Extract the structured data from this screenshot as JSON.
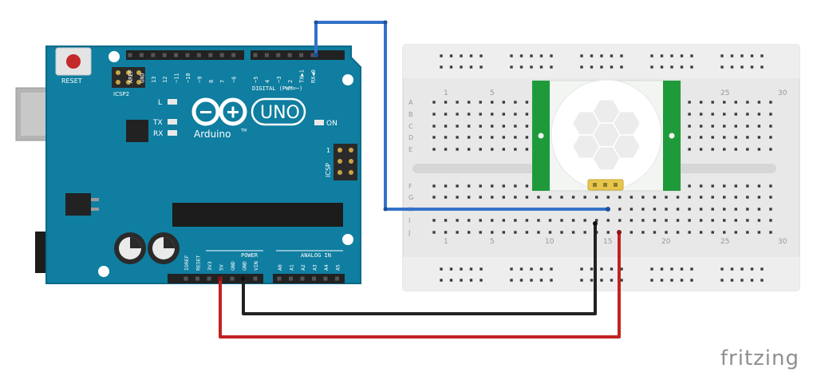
{
  "board": {
    "reset_label": "RESET",
    "icsp2_label": "ICSP2",
    "icsp_label": "ICSP",
    "digital_label": "DIGITAL (PWM=~)",
    "digital_pins": [
      "AREF",
      "GND",
      "13",
      "12",
      "~11",
      "~10",
      "~9",
      "8",
      "7",
      "~6",
      "~5",
      "4",
      "~3",
      "2",
      "TX▶1",
      "RX◀0"
    ],
    "led_l": "L",
    "led_tx": "TX",
    "led_rx": "RX",
    "on_label": "ON",
    "logo_uno": "UNO",
    "logo_text": "Arduino",
    "logo_tm": "TM",
    "icsp_pin1": "1",
    "power_label": "POWER",
    "power_pins": [
      "IOREF",
      "RESET",
      "3V3",
      "5V",
      "GND",
      "GND",
      "VIN"
    ],
    "analog_label": "ANALOG IN",
    "analog_pins": [
      "A0",
      "A1",
      "A2",
      "A3",
      "A4",
      "A5"
    ]
  },
  "breadboard": {
    "rows": [
      "A",
      "B",
      "C",
      "D",
      "E",
      "F",
      "G",
      "H",
      "I",
      "J"
    ],
    "top_numbers": [
      "1",
      "5",
      "25",
      "30"
    ],
    "bottom_numbers": [
      "1",
      "5",
      "10",
      "15",
      "20",
      "25",
      "30"
    ]
  },
  "wires": {
    "signal": {
      "color": "#3572c9"
    },
    "ground": {
      "color": "#222222"
    },
    "power": {
      "color": "#c22222"
    }
  },
  "colors": {
    "board_blue": "#0f7ea0",
    "board_edge": "#0a6a8a",
    "breadboard": "#e8e8e8",
    "sensor_green": "#1f9a3a",
    "header_black": "#222222"
  },
  "footer": {
    "brand": "fritzing"
  }
}
